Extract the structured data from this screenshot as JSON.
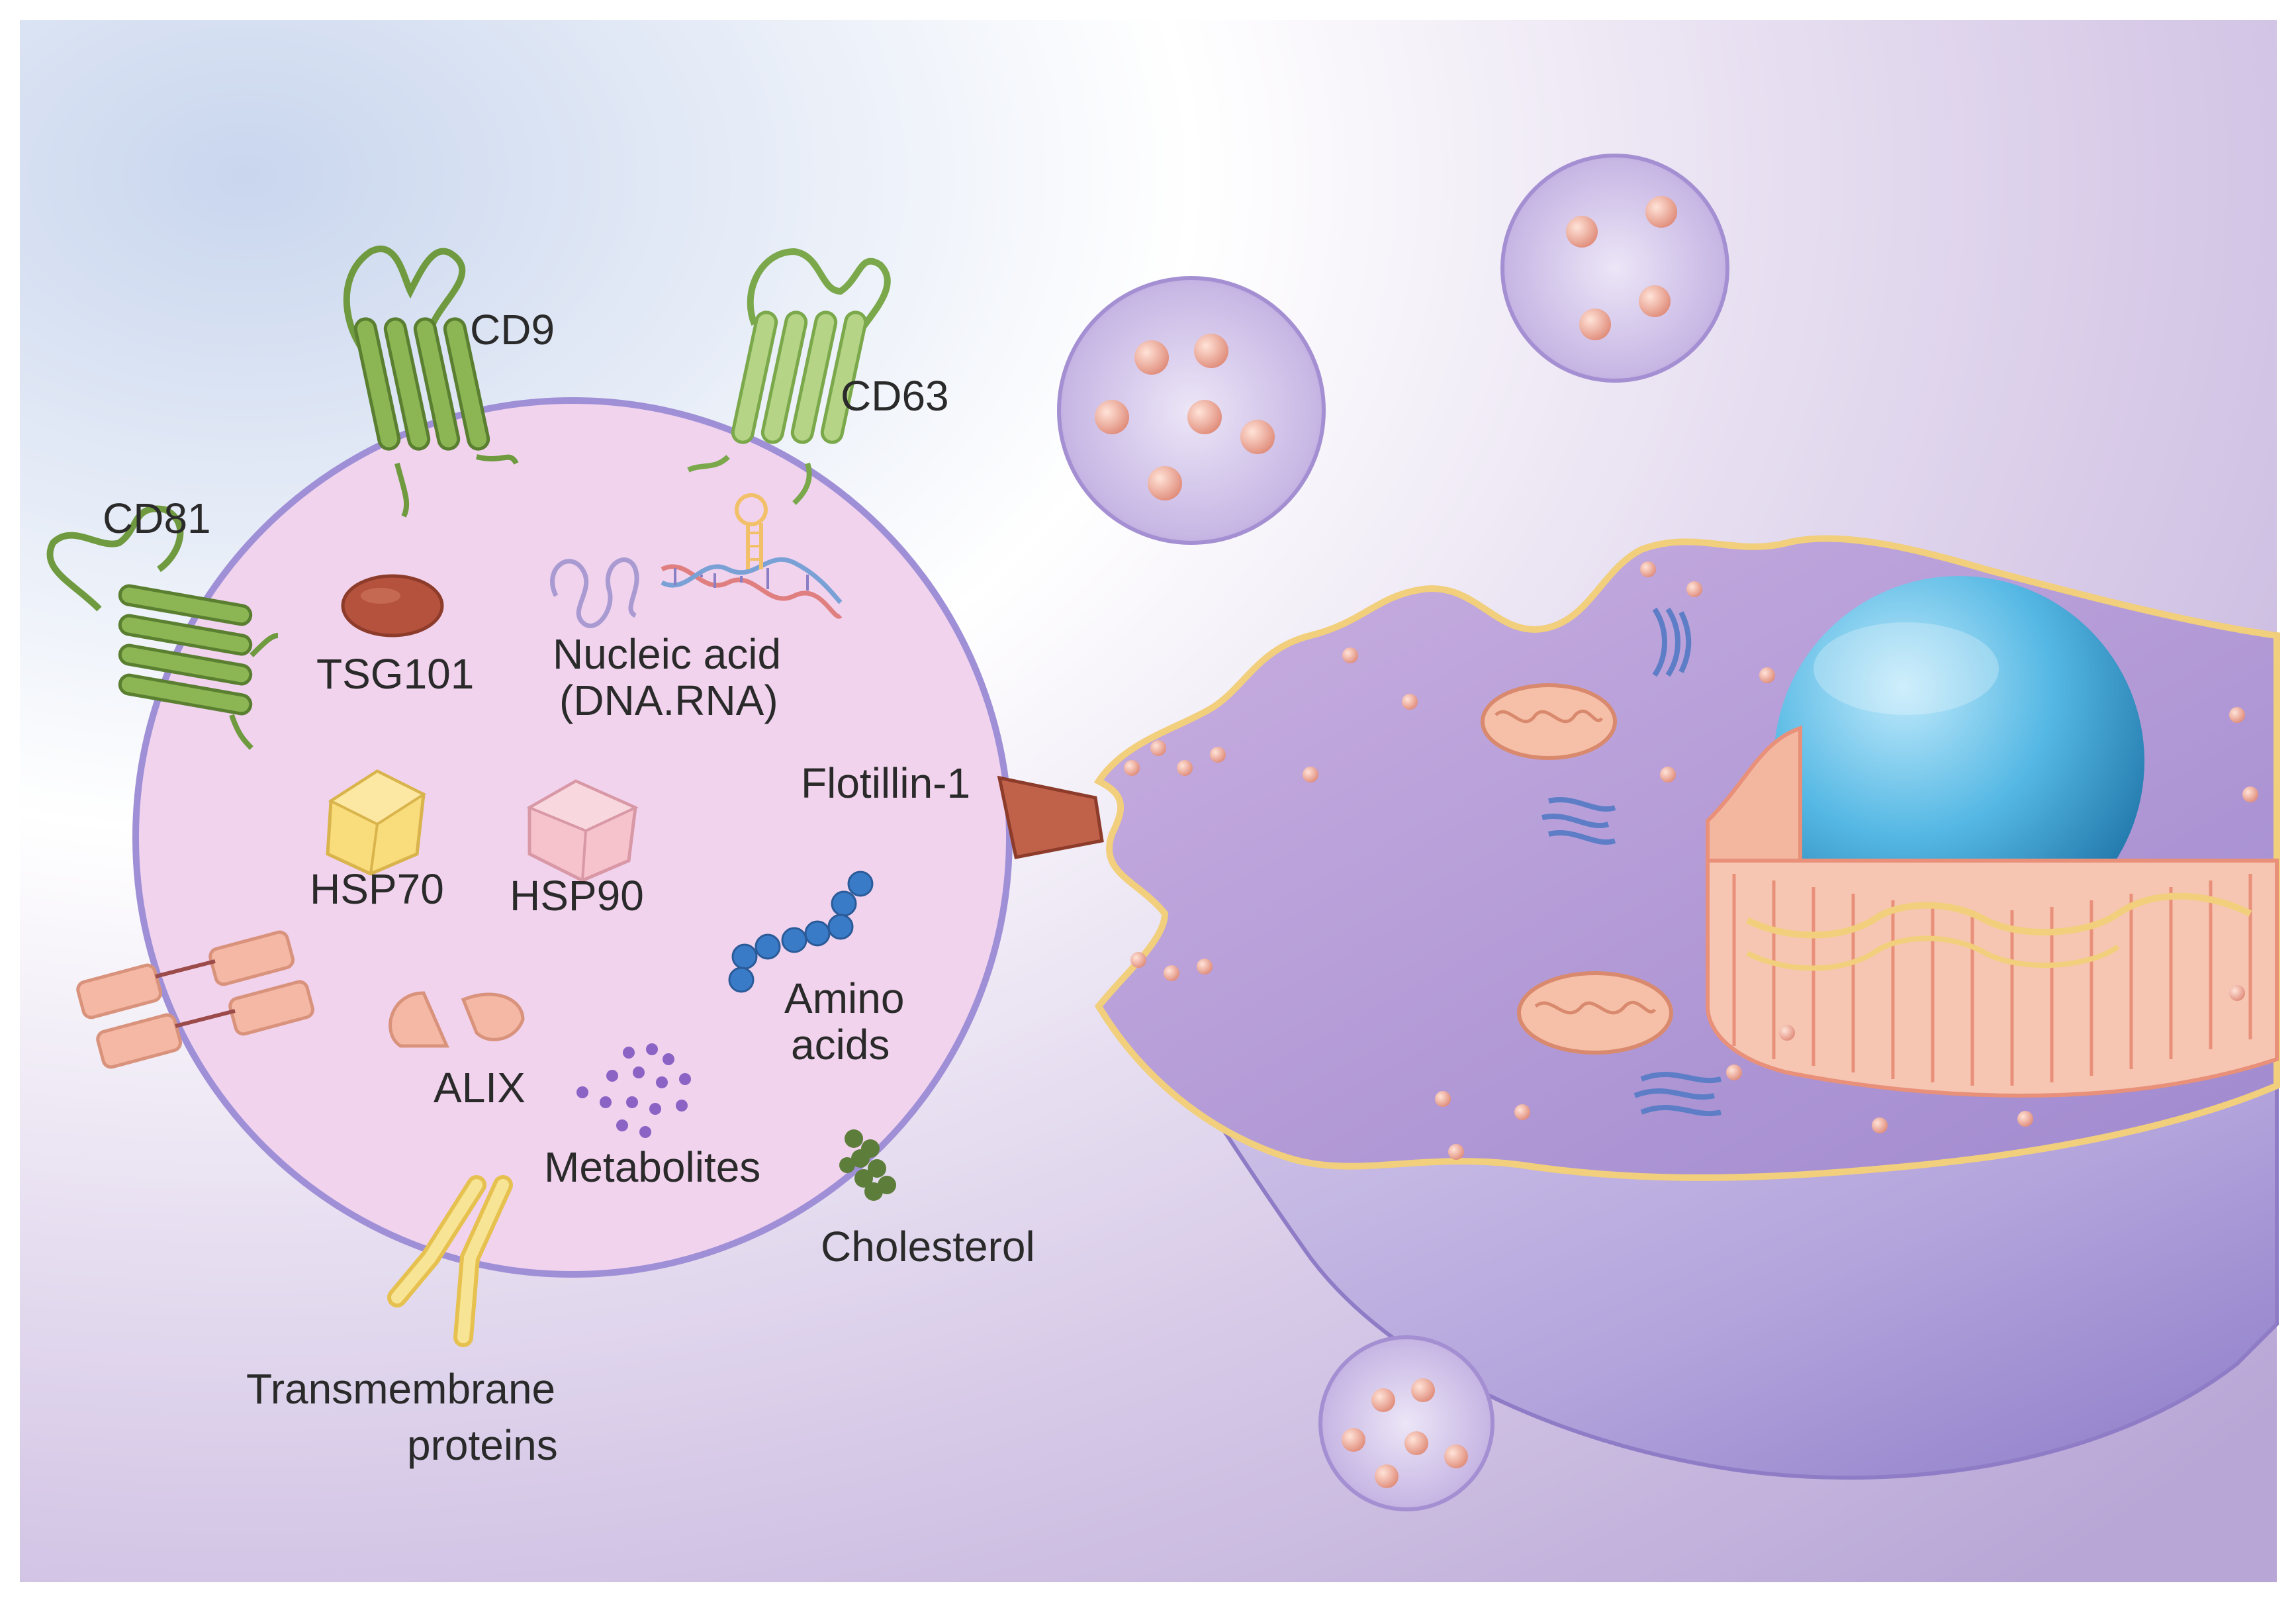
{
  "labels": {
    "cd9": "CD9",
    "cd63": "CD63",
    "cd81": "CD81",
    "tsg101": "TSG101",
    "nucleic_line1": "Nucleic acid",
    "nucleic_line2": "(DNA.RNA)",
    "flotillin": "Flotillin-1",
    "hsp70": "HSP70",
    "hsp90": "HSP90",
    "amino_line1": "Amino",
    "amino_line2": "acids",
    "alix": "ALIX",
    "metabolites": "Metabolites",
    "cholesterol": "Cholesterol",
    "transmembrane_line1": "Transmembrane",
    "transmembrane_line2": "proteins"
  },
  "colors": {
    "vesicle_fill": "#f1d3ee",
    "vesicle_border": "#9f8fd6",
    "tetraspanin_dark": "#6f9a3f",
    "tetraspanin_light": "#a7c96a",
    "tsg101": "#b5523e",
    "hsp70": "#f9dc7b",
    "hsp90": "#f6c3cd",
    "amino": "#3a7bc8",
    "metabolites": "#8a63c5",
    "cholesterol": "#5d7d3a",
    "flotillin": "#c0614a",
    "transmembrane": "#f5e08a",
    "nucleus": "#3fa5d6",
    "cell_body": "#b6a6dc",
    "er": "#f3b7a0"
  }
}
